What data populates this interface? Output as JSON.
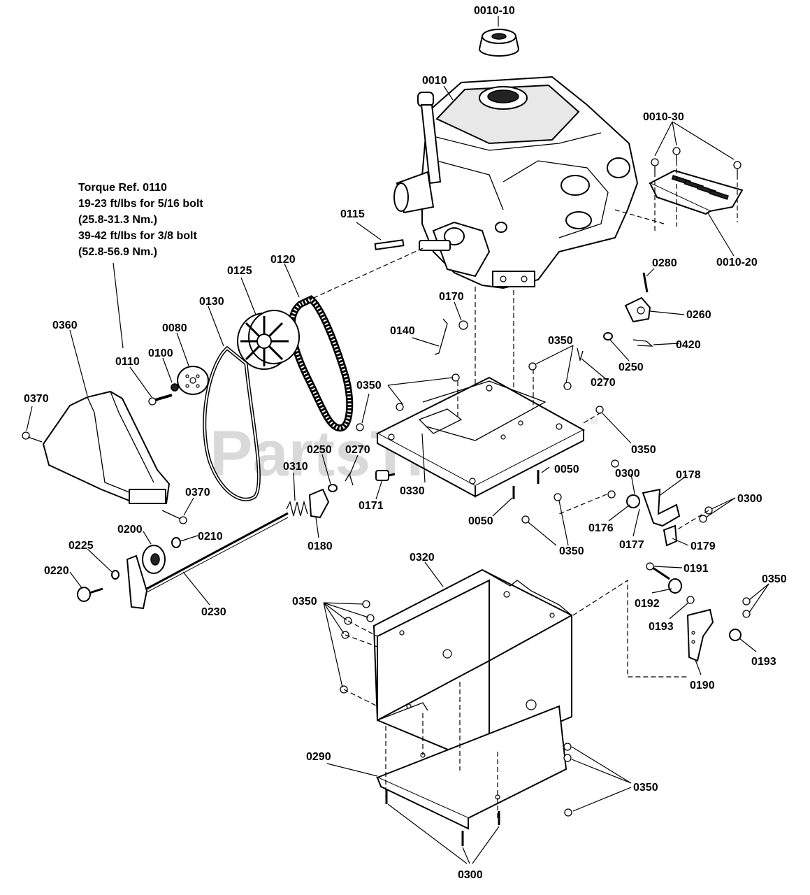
{
  "watermark": {
    "text": "PartsTree",
    "tm": "TM"
  },
  "torque_note": {
    "lines": [
      "Torque Ref. 0110",
      "19-23 ft/lbs for 5/16 bolt",
      "(25.8-31.3 Nm.)",
      "39-42 ft/lbs for 3/8 bolt",
      "(52.8-56.9 Nm.)"
    ]
  },
  "callouts": [
    "0010-10",
    "0010",
    "0010-30",
    "0010-20",
    "0115",
    "0120",
    "0125",
    "0130",
    "0080",
    "0360",
    "0110",
    "0100",
    "0370",
    "0370",
    "0280",
    "0260",
    "0420",
    "0250",
    "0270",
    "0170",
    "0140",
    "0350",
    "0350",
    "0350",
    "0050",
    "0050",
    "0350",
    "0330",
    "0171",
    "0250",
    "0270",
    "0310",
    "0180",
    "0300",
    "0178",
    "0300",
    "0176",
    "0177",
    "0179",
    "0200",
    "0210",
    "0225",
    "0220",
    "0230",
    "0320",
    "0350",
    "0191",
    "0192",
    "0193",
    "0350",
    "0193",
    "0190",
    "0290",
    "0350",
    "0300"
  ]
}
